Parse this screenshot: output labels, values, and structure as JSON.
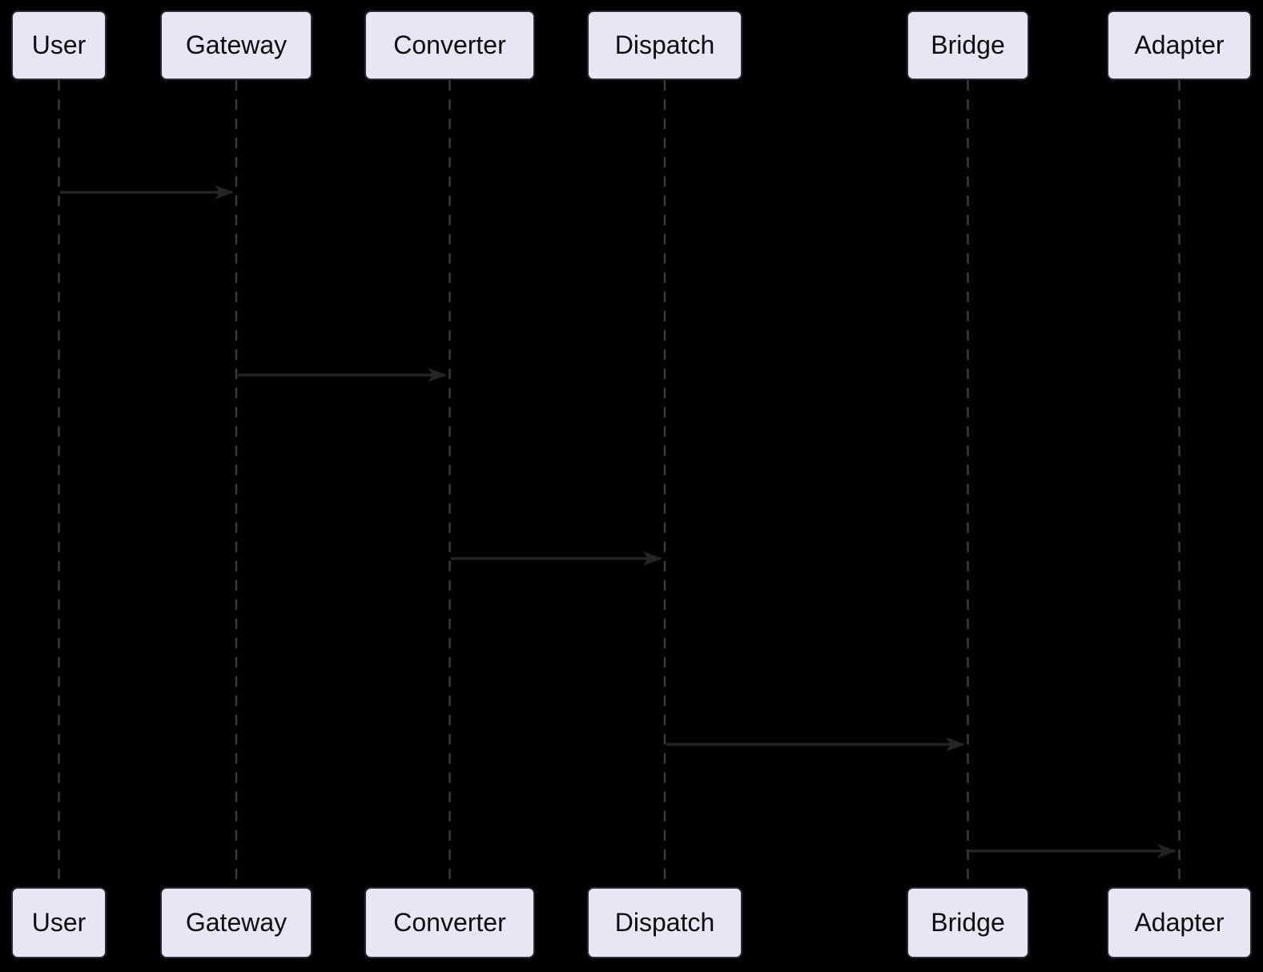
{
  "diagram": {
    "type": "sequence-diagram",
    "background_color": "#000000",
    "participants": [
      {
        "id": "user",
        "label": "User"
      },
      {
        "id": "gateway",
        "label": "Gateway"
      },
      {
        "id": "converter",
        "label": "Converter"
      },
      {
        "id": "dispatch",
        "label": "Dispatch"
      },
      {
        "id": "bridge",
        "label": "Bridge"
      },
      {
        "id": "adapter",
        "label": "Adapter"
      }
    ],
    "messages": [
      {
        "from": "User",
        "to": "Gateway"
      },
      {
        "from": "Gateway",
        "to": "Converter"
      },
      {
        "from": "Converter",
        "to": "Dispatch"
      },
      {
        "from": "Dispatch",
        "to": "Bridge"
      },
      {
        "from": "Bridge",
        "to": "Adapter"
      }
    ],
    "colors": {
      "actor_fill": "#e7e7f3",
      "actor_border": "#2b2b35",
      "actor_text": "#0c0c12",
      "lifeline": "#3b3b3b",
      "arrow": "#242424"
    }
  }
}
